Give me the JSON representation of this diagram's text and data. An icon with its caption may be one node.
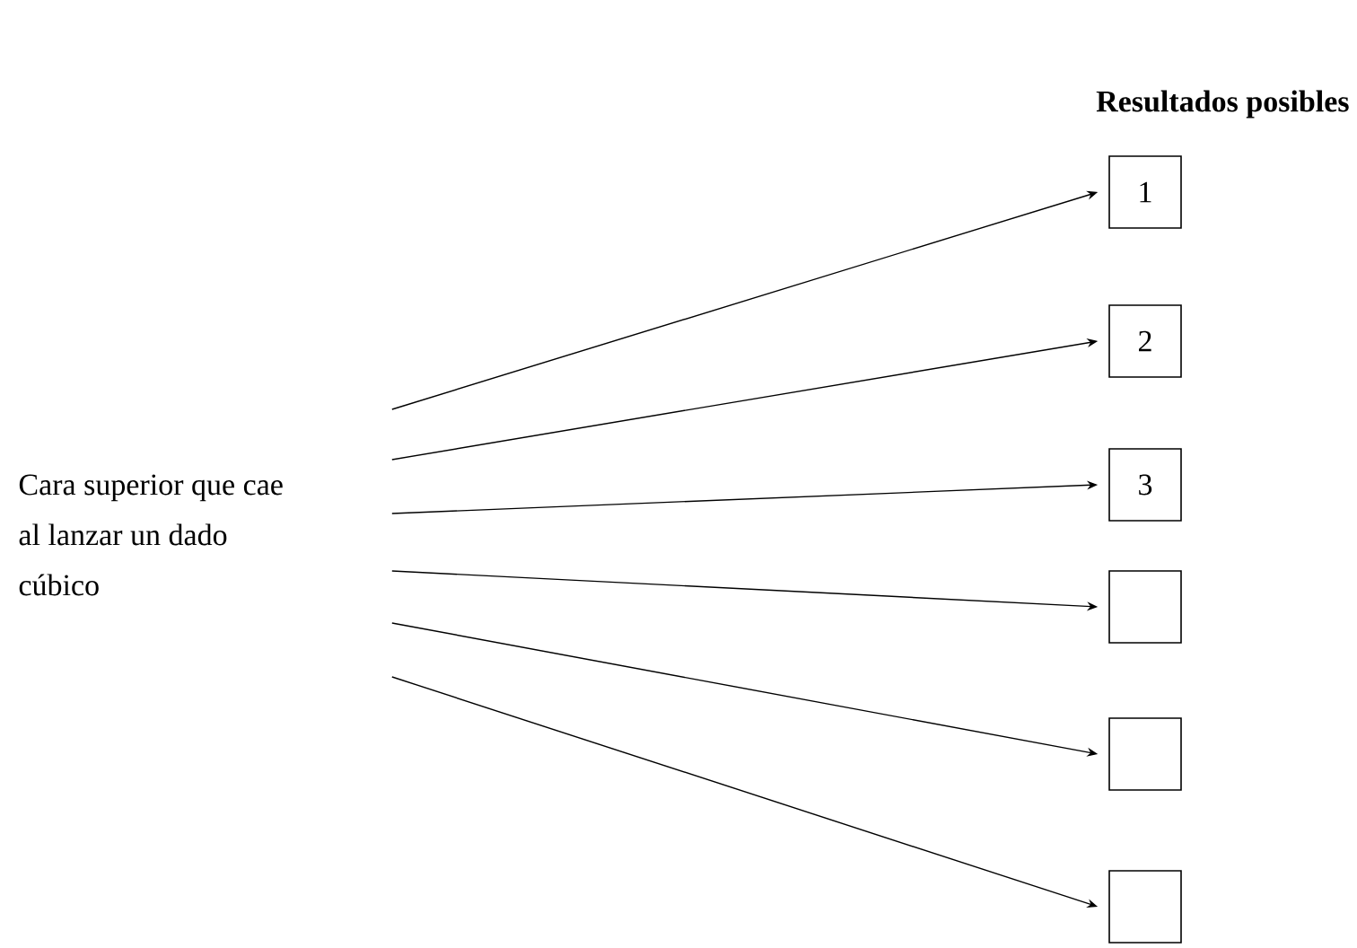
{
  "diagram": {
    "title": "Resultados posibles",
    "nodes": [
      {
        "text": [
          "Cara superior que cae al lanzar un dado cúbico"
        ]
      },
      {
        "text": [
          "1"
        ]
      },
      {
        "text": [
          "2"
        ]
      },
      {
        "text": [
          "3"
        ]
      },
      {
        "text": [],
        "shape": "box"
      },
      {
        "text": [],
        "shape": "box"
      },
      {
        "text": [],
        "shape": "box"
      }
    ],
    "edges": [
      {
        "from": 0,
        "to": 1,
        "arrow": "to"
      },
      {
        "from": 0,
        "to": 2,
        "arrow": "to"
      },
      {
        "from": 0,
        "to": 3,
        "arrow": "to"
      },
      {
        "from": 0,
        "to": 4,
        "arrow": "to"
      },
      {
        "from": 0,
        "to": 5,
        "arrow": "to"
      },
      {
        "from": 0,
        "to": 6,
        "arrow": "to"
      }
    ]
  }
}
